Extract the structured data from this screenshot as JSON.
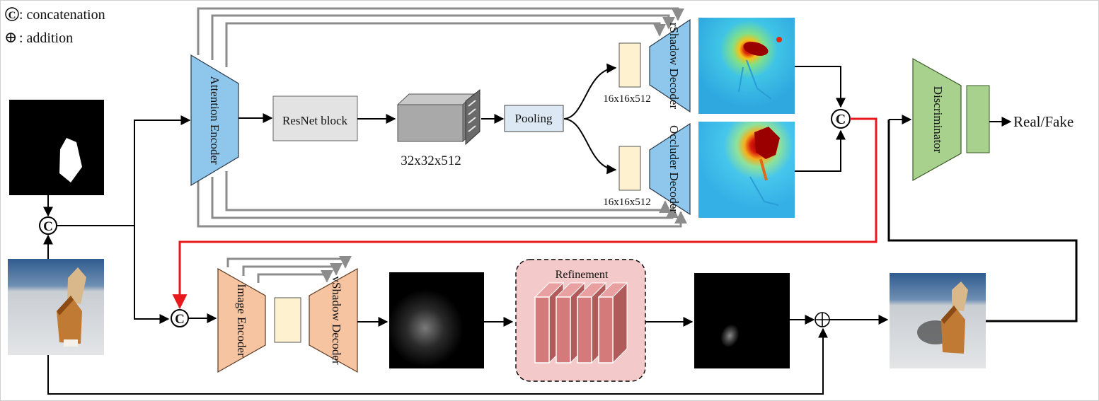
{
  "legend": {
    "concat_symbol": "C",
    "concat_text": ": concatenation",
    "add_symbol": "⊕",
    "add_text": ": addition"
  },
  "blocks": {
    "attention_encoder": "Attention Encoder",
    "resnet_block": "ResNet block",
    "feature_size": "32x32x512",
    "pooling": "Pooling",
    "rshadow_size": "16x16x512",
    "rshadow_decoder": "rShadow Decoder",
    "occluder_size": "16x16x512",
    "occluder_decoder": "Occluder Decoder",
    "discriminator": "Discriminator",
    "real_fake": "Real/Fake",
    "image_encoder": "Image Encoder",
    "vshadow_decoder": "vShadow Decoder",
    "refinement": "Refinement"
  },
  "operators": {
    "concat": "C",
    "add": "⊕"
  },
  "colors": {
    "attention_blue": "#8EC6EC",
    "feature_yellow": "#FDF1CF",
    "discriminator_green": "#A9D18E",
    "encoder_orange": "#F7C4A2",
    "refinement_bg": "#F4C9C9",
    "refinement_block": "#D47A7A",
    "pooling_fill": "#DCE9F5",
    "resnet_fill": "#E3E3E3",
    "highlight_red": "#E8191C",
    "skip_gray": "#8C8C8C"
  }
}
